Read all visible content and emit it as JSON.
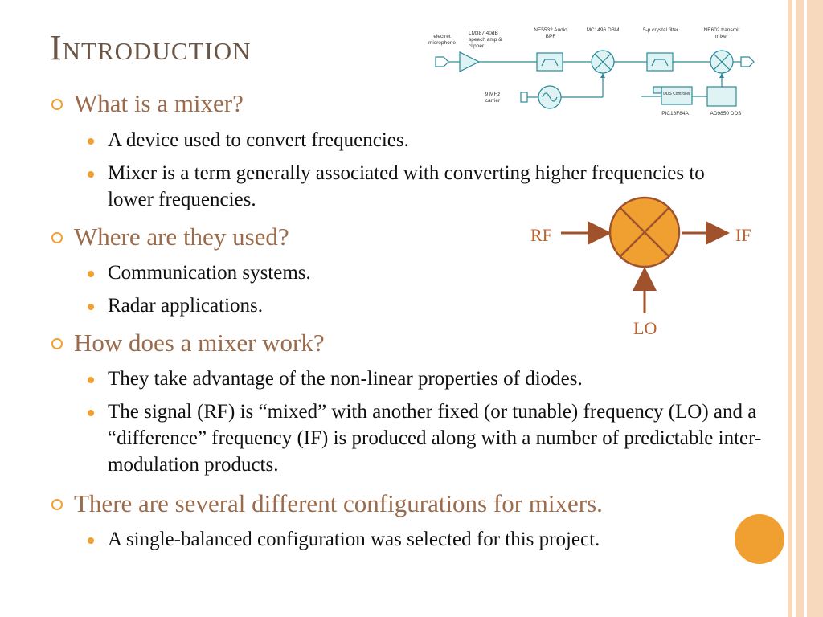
{
  "slide": {
    "title": "Introduction",
    "sections": [
      {
        "heading": "What is a mixer?",
        "items": [
          "A device used to convert frequencies.",
          "Mixer is a term generally associated with converting higher frequencies to lower frequencies."
        ]
      },
      {
        "heading": "Where are they used?",
        "items": [
          "Communication systems.",
          "Radar applications."
        ]
      },
      {
        "heading": "How does a mixer work?",
        "items": [
          "They take advantage of the non-linear properties of diodes.",
          "The signal (RF) is “mixed” with another fixed (or tunable) frequency (LO) and a “difference” frequency (IF) is produced along with a number of predictable inter-modulation products."
        ]
      },
      {
        "heading": "There are several different configurations for mixers.",
        "items": [
          "A single-balanced configuration was selected for this project."
        ]
      }
    ]
  },
  "mixer_symbol": {
    "rf": "RF",
    "if": "IF",
    "lo": "LO"
  },
  "block_diagram": {
    "electret": "electret microphone",
    "amp": "LM387 40dB speech amp & clipper",
    "bpf": "NE5532 Audio BPF",
    "dbm": "MC1496 DBM",
    "crystal": "5-p crystal filter",
    "tx_mixer": "NE602 transmit mixer",
    "carrier": "9 MHz carrier",
    "dds_controller": "DDS Controller",
    "pic": "PIC16F84A",
    "dds": "AD9850 DDS"
  },
  "colors": {
    "accent": "#f0a030",
    "heading": "#9b6b4b",
    "title": "#6b5546",
    "diagram_label": "#c0622e"
  }
}
